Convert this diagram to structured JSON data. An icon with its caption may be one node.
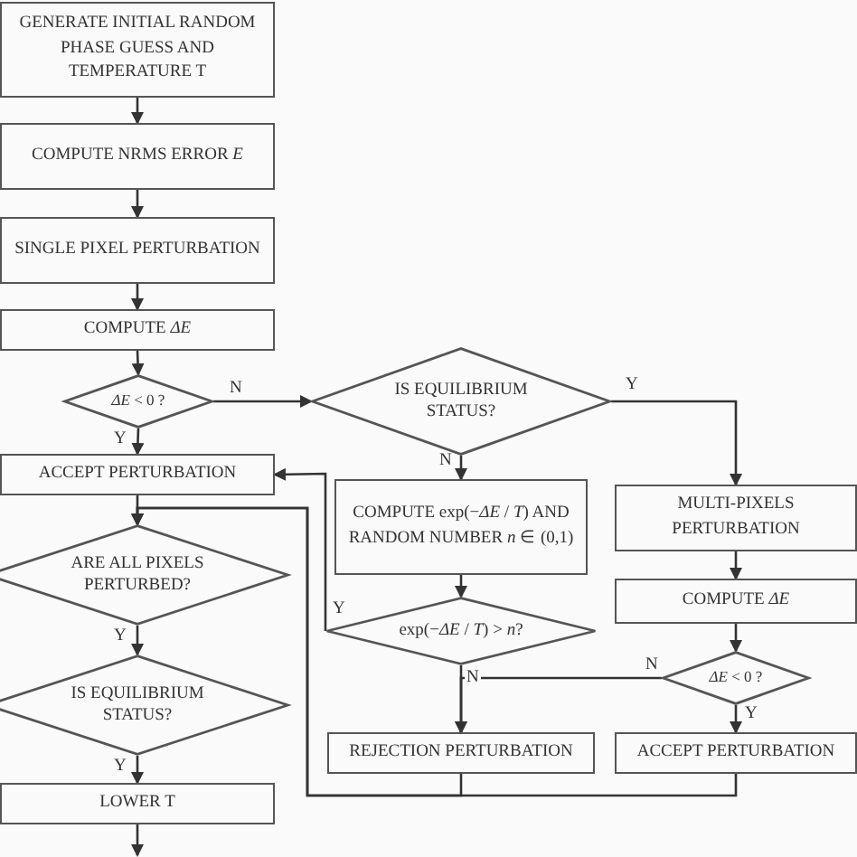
{
  "diagram": {
    "nodes": [
      {
        "text": [
          "GENERATE INITIAL RANDOM PHASE GUESS AND TEMPERATURE T"
        ]
      },
      {
        "text": [
          "COMPUTE NRMS ERROR *E*"
        ]
      },
      {
        "text": [
          "SINGLE PIXEL PERTURBATION"
        ]
      },
      {
        "text": [
          "COMPUTE *ΔE*"
        ]
      },
      {
        "text": [
          "*ΔE* < 0 ?"
        ]
      },
      {
        "text": [
          "IS EQUILIBRIUM STATUS?"
        ]
      },
      {
        "text": [
          "ACCEPT PERTURBATION"
        ]
      },
      {
        "text": [
          "COMPUTE exp(−*ΔE* / *T*) AND RANDOM NUMBER *n* ∈ (0,1)"
        ]
      },
      {
        "text": [
          "MULTI-PIXELS PERTURBATION"
        ]
      },
      {
        "text": [
          "ARE ALL PIXELS PERTURBED?"
        ]
      },
      {
        "text": [
          "COMPUTE *ΔE*"
        ]
      },
      {
        "text": [
          "exp(−*ΔE* / *T*) > *n*?"
        ]
      },
      {
        "text": [
          "*ΔE* < 0 ?"
        ]
      },
      {
        "text": [
          "IS EQUILIBRIUM STATUS?"
        ]
      },
      {
        "text": [
          "REJECTION PERTURBATION"
        ]
      },
      {
        "text": [
          "ACCEPT PERTURBATION"
        ]
      },
      {
        "text": [
          "LOWER T"
        ]
      }
    ],
    "edges": [
      {
        "from": 0,
        "to": 1,
        "arrow": "to"
      },
      {
        "from": 1,
        "to": 2,
        "arrow": "to"
      },
      {
        "from": 2,
        "to": 3,
        "arrow": "to"
      },
      {
        "from": 3,
        "to": 4,
        "arrow": "to"
      },
      {
        "from": 4,
        "to": 5,
        "arrow": "to",
        "label": "N"
      },
      {
        "from": 4,
        "to": 6,
        "arrow": "to",
        "label": "Y"
      },
      {
        "from": 5,
        "to": 7,
        "arrow": "to",
        "label": "N"
      },
      {
        "from": 5,
        "to": 8,
        "arrow": "to",
        "label": "Y"
      },
      {
        "from": 7,
        "to": 11,
        "arrow": "to"
      },
      {
        "from": 8,
        "to": 10,
        "arrow": "to"
      },
      {
        "from": 10,
        "to": 12,
        "arrow": "to"
      },
      {
        "from": 11,
        "to": 6,
        "arrow": "to",
        "label": "Y"
      },
      {
        "from": 11,
        "to": 14,
        "arrow": "to",
        "label": "N"
      },
      {
        "from": 12,
        "to": 14,
        "arrow": "to",
        "label": "N"
      },
      {
        "from": 12,
        "to": 15,
        "arrow": "to",
        "label": "Y"
      },
      {
        "from": 6,
        "to": 9,
        "arrow": "to"
      },
      {
        "from": 14,
        "to": 9,
        "arrow": "to"
      },
      {
        "from": 15,
        "to": 9,
        "arrow": "to"
      },
      {
        "from": 9,
        "to": 13,
        "arrow": "to",
        "label": "Y"
      },
      {
        "from": 13,
        "to": 16,
        "arrow": "to",
        "label": "Y"
      },
      {
        "from": 16,
        "to": null,
        "arrow": "to"
      }
    ]
  }
}
